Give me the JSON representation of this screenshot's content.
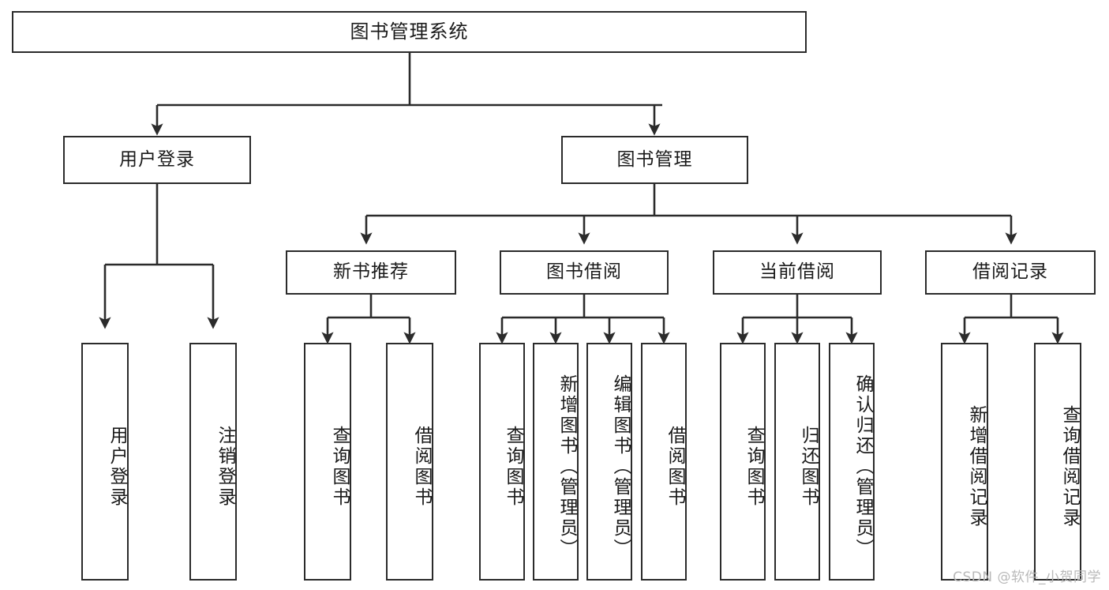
{
  "diagram": {
    "type": "tree",
    "title": "图书管理系统",
    "watermark": "CSDN @软件_小贺同学",
    "colors": {
      "box_border": "#2b2b2b",
      "box_fill": "#ffffff",
      "connector": "#333333",
      "text": "#1a1a1a",
      "watermark": "#b9b9b9",
      "background": "#ffffff"
    },
    "nodes": {
      "root": {
        "label": "图书管理系统"
      },
      "level1": [
        {
          "id": "user-login",
          "label": "用户登录"
        },
        {
          "id": "book-manage",
          "label": "图书管理"
        }
      ],
      "level2": [
        {
          "id": "new-book-rec",
          "label": "新书推荐"
        },
        {
          "id": "book-borrow",
          "label": "图书借阅"
        },
        {
          "id": "current-borrow",
          "label": "当前借阅"
        },
        {
          "id": "borrow-record",
          "label": "借阅记录"
        }
      ],
      "leaves": {
        "user_login": [
          {
            "id": "leaf-user-login",
            "label": "用户登录"
          },
          {
            "id": "leaf-logout",
            "label": "注销登录"
          }
        ],
        "new_book_rec": [
          {
            "id": "leaf-query-book-1",
            "label": "查询图书"
          },
          {
            "id": "leaf-borrow-book-1",
            "label": "借阅图书"
          }
        ],
        "book_borrow": [
          {
            "id": "leaf-query-book-2",
            "label": "查询图书"
          },
          {
            "id": "leaf-add-book",
            "label": "新增图书（管理员）"
          },
          {
            "id": "leaf-edit-book",
            "label": "编辑图书（管理员）"
          },
          {
            "id": "leaf-borrow-book-2",
            "label": "借阅图书"
          }
        ],
        "current_borrow": [
          {
            "id": "leaf-query-book-3",
            "label": "查询图书"
          },
          {
            "id": "leaf-return-book",
            "label": "归还图书"
          },
          {
            "id": "leaf-confirm-return",
            "label": "确认归还（管理员）"
          }
        ],
        "borrow_record": [
          {
            "id": "leaf-add-record",
            "label": "新增借阅记录"
          },
          {
            "id": "leaf-query-record",
            "label": "查询借阅记录"
          }
        ]
      }
    }
  }
}
